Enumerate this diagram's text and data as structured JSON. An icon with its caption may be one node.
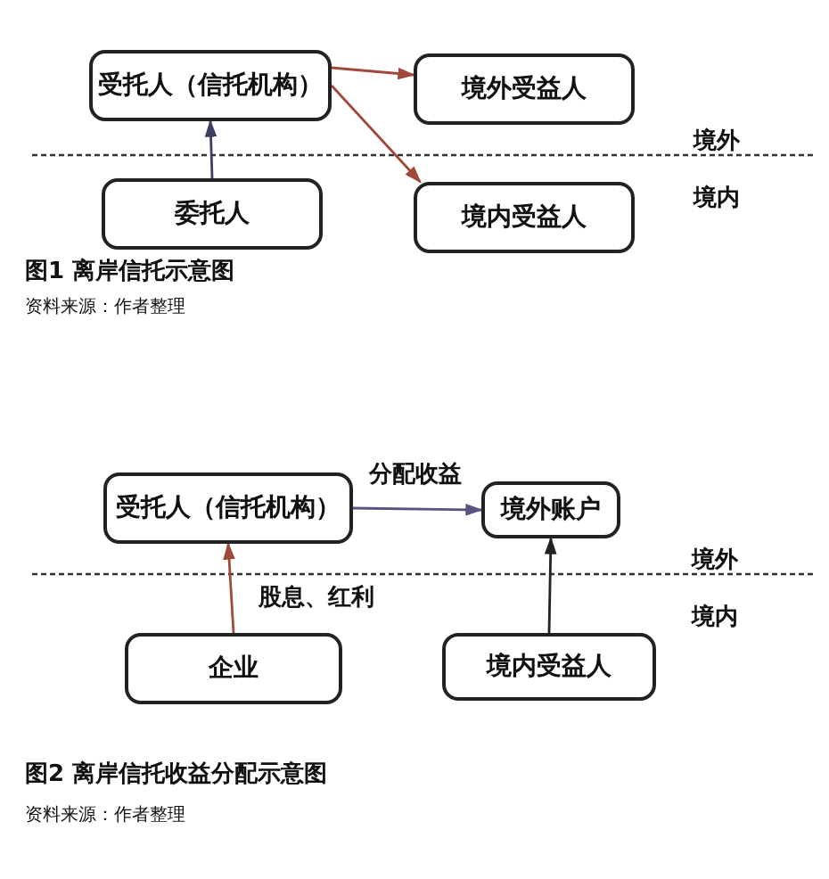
{
  "diagram": {
    "nodes": [
      {
        "text": [
          "受托人（信托机构）"
        ]
      },
      {
        "text": [
          "境外受益人"
        ]
      },
      {
        "text": [
          "委托人"
        ]
      },
      {
        "text": [
          "境内受益人"
        ]
      },
      {
        "text": [
          "受托人（信托机构）"
        ]
      },
      {
        "text": [
          "境外账户"
        ]
      },
      {
        "text": [
          "企业"
        ]
      },
      {
        "text": [
          "境内受益人"
        ]
      }
    ],
    "edges": [
      {
        "from": 2,
        "to": 0,
        "arrow": "to",
        "color": "#3c3f63"
      },
      {
        "from": 0,
        "to": 1,
        "arrow": "to",
        "color": "#a0483a"
      },
      {
        "from": 0,
        "to": 3,
        "arrow": "to",
        "color": "#a0483a"
      },
      {
        "from": 4,
        "to": 5,
        "arrow": "to",
        "label": "分配收益",
        "color": "#5a5280"
      },
      {
        "from": 6,
        "to": 4,
        "arrow": "to",
        "label": "股息、红利",
        "color": "#a0483a"
      },
      {
        "from": 7,
        "to": 5,
        "arrow": "to",
        "color": "#222222"
      }
    ],
    "labels": [
      "境外",
      "境内",
      "图1 离岸信托示意图",
      "资料来源：作者整理",
      "境外",
      "境内",
      "图2 离岸信托收益分配示意图",
      "资料来源：作者整理"
    ]
  }
}
